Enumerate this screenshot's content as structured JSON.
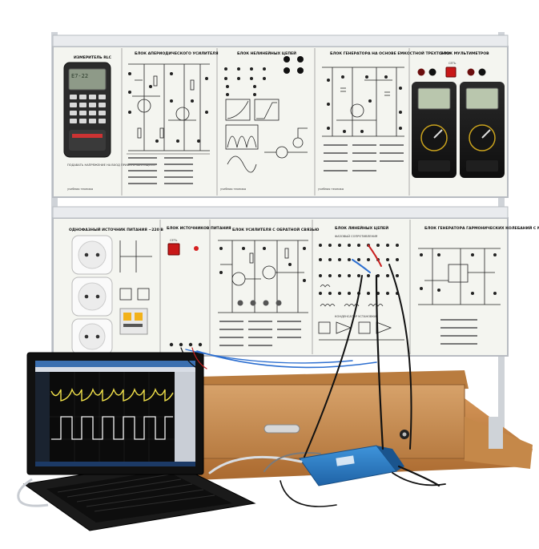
{
  "panels": {
    "rlc_meter": {
      "title": "ИЗМЕРИТЕЛЬ RLC",
      "device_model": "E7-22",
      "caption": "ПОДАВАТЬ НАПРЯЖЕНИЕ НА ВХОД ПРИБОРА ЗАПРЕЩЕНО!"
    },
    "aperiodic_amp": {
      "title": "БЛОК АПЕРИОДИЧЕСКОГО УСИЛИТЕЛЯ"
    },
    "nonlinear": {
      "title": "БЛОК НЕЛИНЕЙНЫХ ЦЕПЕЙ"
    },
    "rc_generator": {
      "title": "БЛОК ГЕНЕРАТОРА НА ОСНОВЕ ЕМКОСТНОЙ ТРЕХТОЧКИ"
    },
    "multimeters": {
      "title": "БЛОК МУЛЬТИМЕТРОВ",
      "switch_label": "СЕТЬ"
    },
    "power_source": {
      "title": "ОДНОФАЗНЫЙ ИСТОЧНИК ПИТАНИЯ ~220 В"
    },
    "supply_block": {
      "title": "БЛОК ИСТОЧНИКОВ ПИТАНИЯ",
      "switch_label": "СЕТЬ"
    },
    "feedback_amp": {
      "title": "БЛОК УСИЛИТЕЛЯ С ОБРАТНОЙ СВЯЗЬЮ"
    },
    "linear": {
      "title": "БЛОК ЛИНЕЙНЫХ ЦЕПЕЙ",
      "sub1": "ФАЗОВЫЙ СОПРОТИВЛЕНИЯ",
      "sub2": "КОНДЕНСАТОР УСТАНОВКИ"
    },
    "harmonic_gen": {
      "title": "БЛОК ГЕНЕРАТОРА ГАРМОНИЧЕСКИХ КОЛЕБАНИЙ С МОСТОМ ВИНА"
    }
  },
  "brand": "учебная техника",
  "colors": {
    "panel": "#f4f5f0",
    "frame": "#c8ccd2",
    "wood": "#c98a4e",
    "wood_dark": "#8c5a2c",
    "laptop": "#151515",
    "screen_bg": "#0d0d0d",
    "trace_yellow": "#f2e24a",
    "trace_white": "#f4f4f4",
    "adc_blue": "#2a7fc9",
    "wire_blue": "#2d6fd0",
    "wire_black": "#111111",
    "wire_red": "#c92020"
  },
  "icons": [
    "socket-icon",
    "led-icon",
    "knob-icon",
    "transistor-icon",
    "multimeter-icon",
    "oscilloscope-trace-icon",
    "usb-cable-icon"
  ]
}
